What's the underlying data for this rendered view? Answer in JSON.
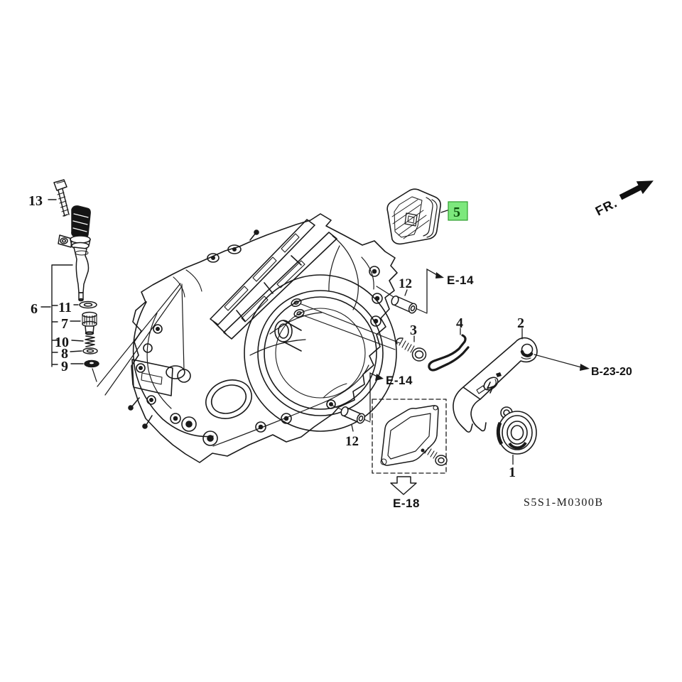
{
  "diagram": {
    "background": "#ffffff",
    "ink": "#1a1a1a",
    "code_label": "S5S1-M0300B",
    "fr_label": "FR.",
    "highlight": {
      "bg": "#7de87d",
      "border": "#2e9e2e",
      "fg": "#0c520c"
    },
    "callouts": {
      "n1": "1",
      "n2": "2",
      "n3": "3",
      "n4": "4",
      "n5": "5",
      "n6": "6",
      "n7": "7",
      "n8": "8",
      "n9": "9",
      "n10": "10",
      "n11": "11",
      "n12_upper": "12",
      "n12_lower": "12",
      "n13": "13"
    },
    "refs": {
      "e14_upper": "E-14",
      "e14_lower": "E-14",
      "e18": "E-18",
      "b23_20": "B-23-20"
    }
  }
}
